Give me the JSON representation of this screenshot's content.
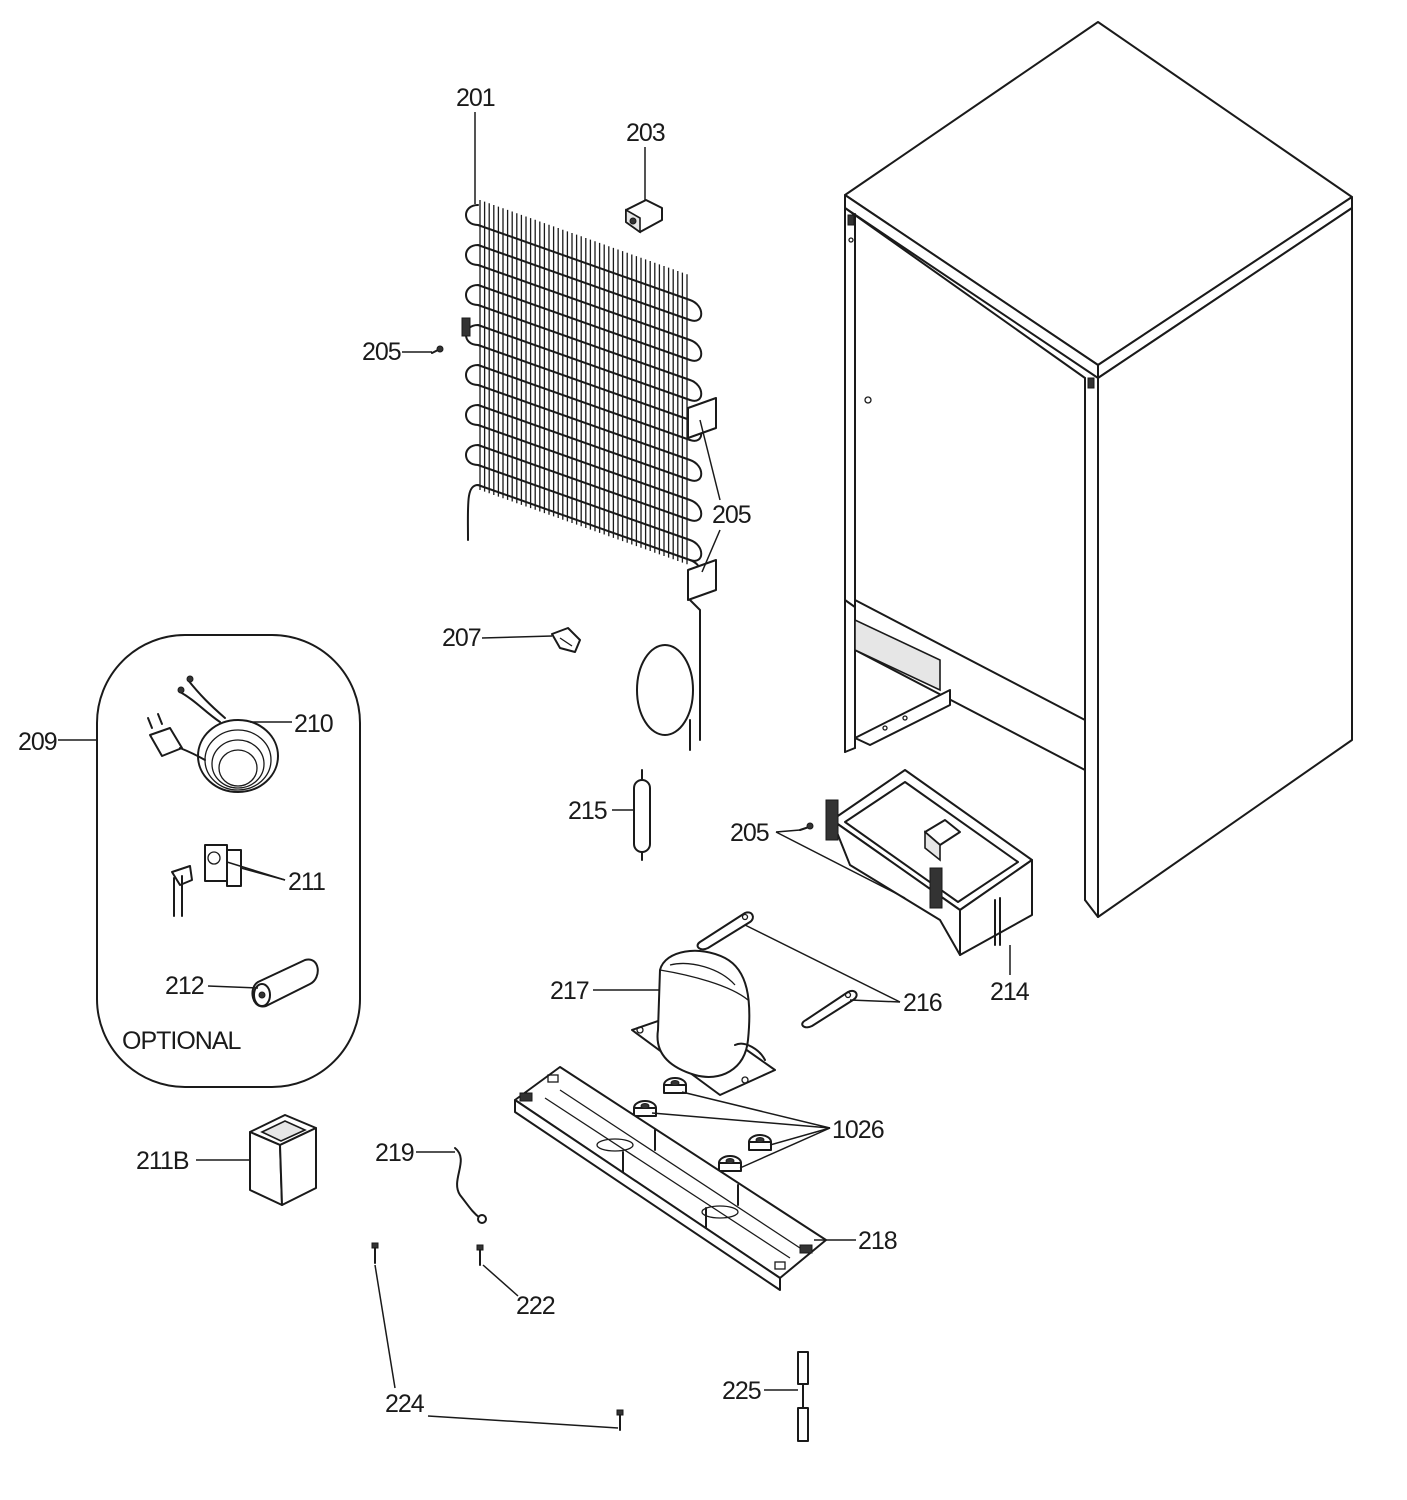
{
  "labels": {
    "p201": "201",
    "p203": "203",
    "p205_a": "205",
    "p205_b": "205",
    "p205_c": "205",
    "p207": "207",
    "p209": "209",
    "p210": "210",
    "p211": "211",
    "p211b": "211B",
    "p212": "212",
    "p214": "214",
    "p215": "215",
    "p216": "216",
    "p217": "217",
    "p218": "218",
    "p219": "219",
    "p222": "222",
    "p224": "224",
    "p225": "225",
    "p1026": "1026",
    "optional": "OPTIONAL"
  }
}
